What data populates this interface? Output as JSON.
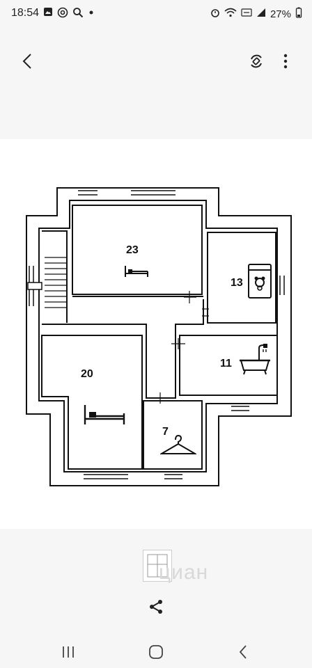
{
  "status_bar": {
    "time": "18:54",
    "battery": "27%",
    "left_icons": [
      "gallery-icon",
      "at-icon",
      "search-icon",
      "dot-icon"
    ],
    "right_icons": [
      "alarm-icon",
      "wifi-icon",
      "volte-icon",
      "signal-icon"
    ]
  },
  "toolbar": {
    "back_icon": "chevron-left-icon",
    "rotate_icon": "rotate-icon",
    "more_icon": "more-vertical-icon"
  },
  "floor_plan": {
    "rooms": [
      {
        "id": "room-23",
        "label": "23",
        "icon": "bed-icon"
      },
      {
        "id": "room-13",
        "label": "13",
        "icon": "crib-icon"
      },
      {
        "id": "room-20",
        "label": "20",
        "icon": "bed-icon"
      },
      {
        "id": "room-11",
        "label": "11",
        "icon": "bathtub-icon"
      },
      {
        "id": "room-7",
        "label": "7",
        "icon": "hanger-icon"
      }
    ]
  },
  "bottom": {
    "watermark": "циан",
    "share_icon": "share-icon"
  },
  "nav_bar": {
    "recents_icon": "recents-icon",
    "home_icon": "home-icon",
    "back_icon": "nav-back-icon"
  }
}
